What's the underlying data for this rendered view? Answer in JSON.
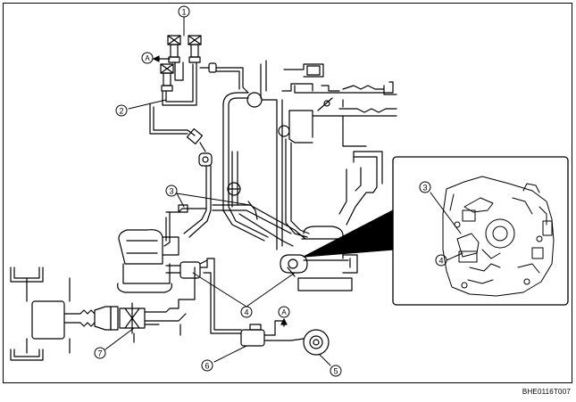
{
  "callouts": [
    {
      "id": "c1",
      "label": "1"
    },
    {
      "id": "c2",
      "label": "2"
    },
    {
      "id": "c3a",
      "label": "3"
    },
    {
      "id": "c3b",
      "label": "3"
    },
    {
      "id": "c4a",
      "label": "4"
    },
    {
      "id": "c4b",
      "label": "4"
    },
    {
      "id": "c5",
      "label": "5"
    },
    {
      "id": "c6",
      "label": "6"
    },
    {
      "id": "c7",
      "label": "7"
    }
  ],
  "connectors": [
    {
      "id": "ca1",
      "label": "A"
    },
    {
      "id": "ca2",
      "label": "A"
    }
  ],
  "figure_code": "BHE0116T007"
}
